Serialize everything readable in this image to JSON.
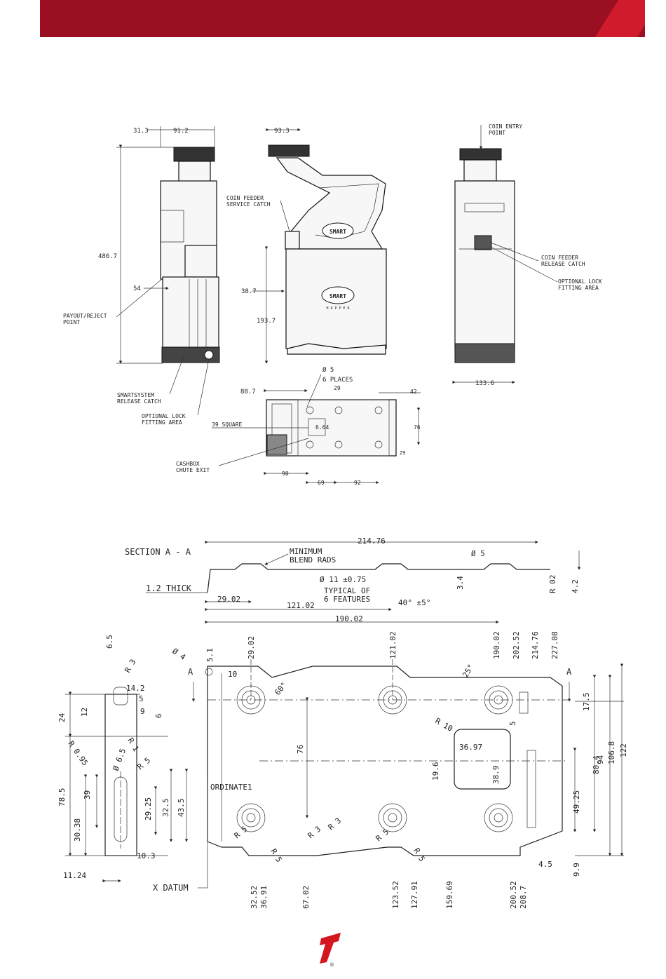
{
  "top_drawing": {
    "dims": {
      "d313": "31.3",
      "d912": "91.2",
      "d933": "93.3",
      "d4867": "486.7",
      "d54": "54",
      "d387": "38.7",
      "d1937": "193.7",
      "d1336": "133.6",
      "d887": "88.7",
      "d29a": "29",
      "d42": "42",
      "d76": "76",
      "d29b": "29",
      "d90": "90",
      "d69": "69",
      "d92": "92",
      "d664": "6.64",
      "d5places": "Ø 5",
      "d5places2": "6 PLACES",
      "d39sq": "39 SQUARE"
    },
    "labels": {
      "coin_entry_1": "COIN ENTRY",
      "coin_entry_2": "POINT",
      "feeder_service_1": "COIN FEEDER",
      "feeder_service_2": "SERVICE CATCH",
      "feeder_release_1": "COIN FEEDER",
      "feeder_release_2": "RELEASE CATCH",
      "opt_lock_r1": "OPTIONAL LOCK",
      "opt_lock_r2": "FITTING AREA",
      "payout_1": "PAYOUT/REJECT",
      "payout_2": "POINT",
      "smartsys_1": "SMARTSYSTEM",
      "smartsys_2": "RELEASE CATCH",
      "opt_lock_l1": "OPTIONAL LOCK",
      "opt_lock_l2": "FITTING AREA",
      "cashbox_1": "CASHBOX",
      "cashbox_2": "CHUTE EXIT"
    },
    "badges": {
      "smart": "SMART",
      "hopper": "H O P P E R"
    }
  },
  "section": {
    "title": "SECTION  A - A",
    "thick": "1.2  THICK",
    "blend_1": "MINIMUM",
    "blend_2": "BLEND RADS",
    "hole_spec": "Ø  11 ±0.75",
    "typ_1": "TYPICAL  OF",
    "typ_2": "6 FEATURES",
    "d21476": "214.76",
    "d2902": "29.02",
    "d12102": "121.02",
    "d19002": "190.02",
    "dia5": "Ø  5",
    "d34": "3.4",
    "r02": "R 02",
    "d42": "4.2",
    "angle": "40° ±5°"
  },
  "plan": {
    "top": [
      "29.02",
      "121.02",
      "190.02",
      "202.52",
      "214.76",
      "227.08"
    ],
    "bottom": [
      "32.52",
      "36.91",
      "67.02",
      "123.52",
      "127.91",
      "159.69",
      "200.52",
      "208.7"
    ],
    "right": [
      "17.5",
      "80.4",
      "94",
      "106.8",
      "122",
      "49.25",
      "9.9",
      "4.5"
    ],
    "misc": {
      "dia4": "Ø  4",
      "d51": "5.1",
      "d10": "10",
      "a": "A",
      "a2": "A",
      "ang60": "60°",
      "ang25": "25°",
      "d76": "76",
      "r10": "R 10",
      "d3697": "36.97",
      "d196": "19.6",
      "d389": "38.9",
      "d5": "5",
      "ordinate": "ORDINATE1",
      "xdatum": "X  DATUM",
      "r5a": "R 5",
      "r5b": "R 5",
      "r3a": "R 3",
      "r3b": "R 3",
      "r5c": "R 5",
      "r5d": "R 5"
    },
    "side": {
      "d65a": "6.5",
      "r3": "R 3",
      "d142": "14.2",
      "d5": "5",
      "d24": "24",
      "d12": "12",
      "d9": "9",
      "d6": "6",
      "r1": "R 1",
      "r095": "R 0.95",
      "d65b": "Ø  6.5",
      "r5": "R 5",
      "d785": "78.5",
      "d39": "39",
      "d2925": "29.25",
      "d325": "32.5",
      "d435": "43.5",
      "d3038": "30.38",
      "d103": "10.3",
      "d1124": "11.24"
    }
  },
  "colors": {
    "banner": "#9a0f22",
    "stripe1": "#d01b2c",
    "stripe2": "#ef3040",
    "logo": "#d4161f"
  },
  "logo": {
    "registered": "®"
  }
}
